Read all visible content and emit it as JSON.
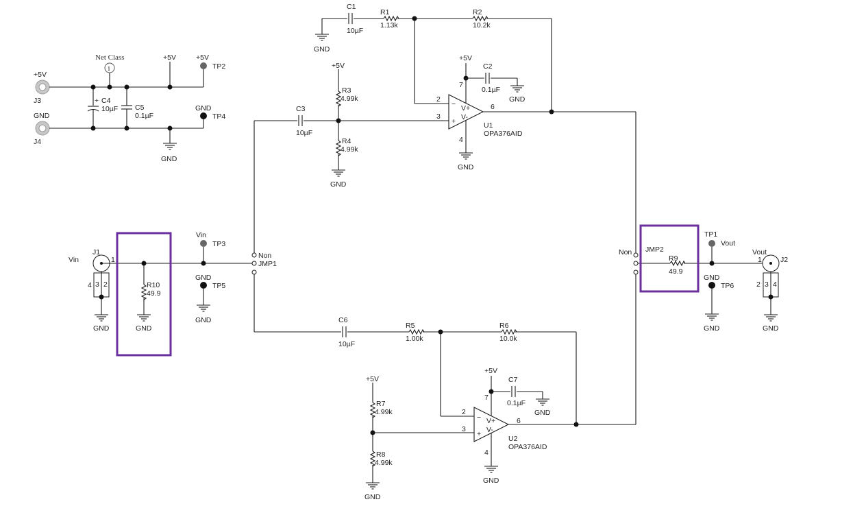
{
  "power": {
    "plus5": "+5V",
    "gnd": "GND"
  },
  "net_class": "Net Class",
  "connectors": {
    "j1": {
      "ref": "J1",
      "net": "Vin",
      "pin1": "1",
      "pin2": "2",
      "pin3": "3",
      "pin4": "4"
    },
    "j2": {
      "ref": "J2",
      "net": "Vout",
      "pin1": "1",
      "pin2": "2",
      "pin3": "3",
      "pin4": "4"
    },
    "j3": {
      "ref": "J3",
      "net": "+5V"
    },
    "j4": {
      "ref": "J4",
      "net": "GND"
    }
  },
  "test_points": {
    "tp1": {
      "ref": "TP1",
      "net": "Vout"
    },
    "tp2": {
      "ref": "TP2",
      "net": "+5V"
    },
    "tp3": {
      "ref": "TP3",
      "net": "Vin"
    },
    "tp4": {
      "ref": "TP4",
      "net": "GND"
    },
    "tp5": {
      "ref": "TP5",
      "net": "GND"
    },
    "tp6": {
      "ref": "TP6",
      "net": "GND"
    }
  },
  "capacitors": {
    "c1": {
      "ref": "C1",
      "value": "10µF"
    },
    "c2": {
      "ref": "C2",
      "value": "0.1µF"
    },
    "c3": {
      "ref": "C3",
      "value": "10µF"
    },
    "c4": {
      "ref": "C4",
      "value": "10µF"
    },
    "c5": {
      "ref": "C5",
      "value": "0.1µF"
    },
    "c6": {
      "ref": "C6",
      "value": "10µF"
    },
    "c7": {
      "ref": "C7",
      "value": "0.1µF"
    }
  },
  "resistors": {
    "r1": {
      "ref": "R1",
      "value": "1.13k"
    },
    "r2": {
      "ref": "R2",
      "value": "10.2k"
    },
    "r3": {
      "ref": "R3",
      "value": "4.99k"
    },
    "r4": {
      "ref": "R4",
      "value": "4.99k"
    },
    "r5": {
      "ref": "R5",
      "value": "1.00k"
    },
    "r6": {
      "ref": "R6",
      "value": "10.0k"
    },
    "r7": {
      "ref": "R7",
      "value": "4.99k"
    },
    "r8": {
      "ref": "R8",
      "value": "4.99k"
    },
    "r9": {
      "ref": "R9",
      "value": "49.9"
    },
    "r10": {
      "ref": "R10",
      "value": "49.9"
    }
  },
  "opamps": {
    "u1": {
      "ref": "U1",
      "part": "OPA376AID",
      "pin_inv": "2",
      "pin_noninv": "3",
      "pin_out": "6",
      "pin_vp": "7",
      "pin_vn": "4",
      "lbl_vp": "V+",
      "lbl_vn": "V-",
      "sign_minus": "−",
      "sign_plus": "+"
    },
    "u2": {
      "ref": "U2",
      "part": "OPA376AID",
      "pin_inv": "2",
      "pin_noninv": "3",
      "pin_out": "6",
      "pin_vp": "7",
      "pin_vn": "4",
      "lbl_vp": "V+",
      "lbl_vn": "V-",
      "sign_minus": "−",
      "sign_plus": "+"
    }
  },
  "jumpers": {
    "jmp1": {
      "ref": "JMP1",
      "label": "Non"
    },
    "jmp2": {
      "ref": "JMP2",
      "label": "Non"
    }
  },
  "highlight_color": "#6b2fa0",
  "icons": [
    "net-class-info-icon"
  ]
}
